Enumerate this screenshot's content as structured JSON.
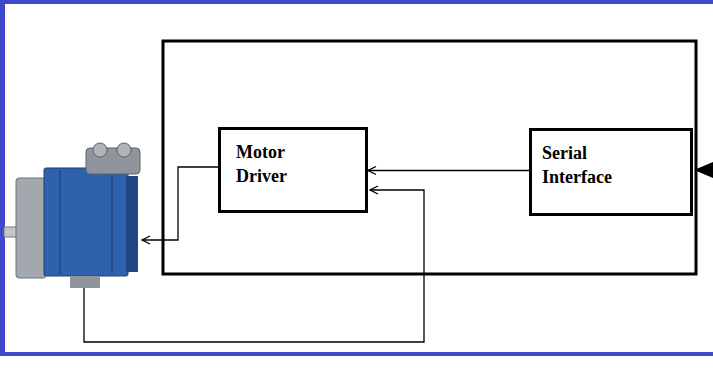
{
  "diagram": {
    "nodes": [
      {
        "text": [
          "Motor Driver"
        ]
      },
      {
        "text": [
          "Serial Interface"
        ]
      }
    ],
    "edges": [
      {
        "from": 1,
        "to": 0,
        "arrow": "to"
      }
    ]
  }
}
